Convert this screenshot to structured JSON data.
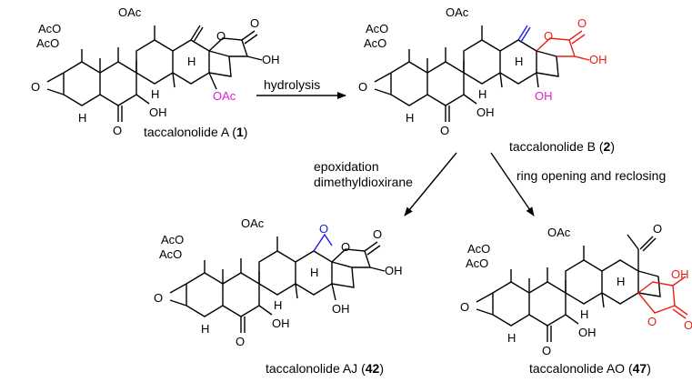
{
  "reactions": {
    "hydrolysis": "hydrolysis",
    "epoxidation_1": "epoxidation",
    "epoxidation_2": "dimethyldioxirane",
    "ring_opening": "ring opening and reclosing"
  },
  "compounds": {
    "A": {
      "name": "taccalonolide A (",
      "num": "1",
      "close": ")"
    },
    "B": {
      "name": "taccalonolide B (",
      "num": "2",
      "close": ")"
    },
    "AJ": {
      "name": "taccalonolide AJ (",
      "num": "42",
      "close": ")"
    },
    "AO": {
      "name": "taccalonolide AO (",
      "num": "47",
      "close": ")"
    }
  },
  "atoms": {
    "oac": "OAc",
    "acO": "AcO",
    "oh": "OH",
    "o": "O",
    "h": "H"
  },
  "colors": {
    "black": "#000000",
    "pink": "#e020d0",
    "red": "#e8201a",
    "blue": "#1a1ae6"
  }
}
